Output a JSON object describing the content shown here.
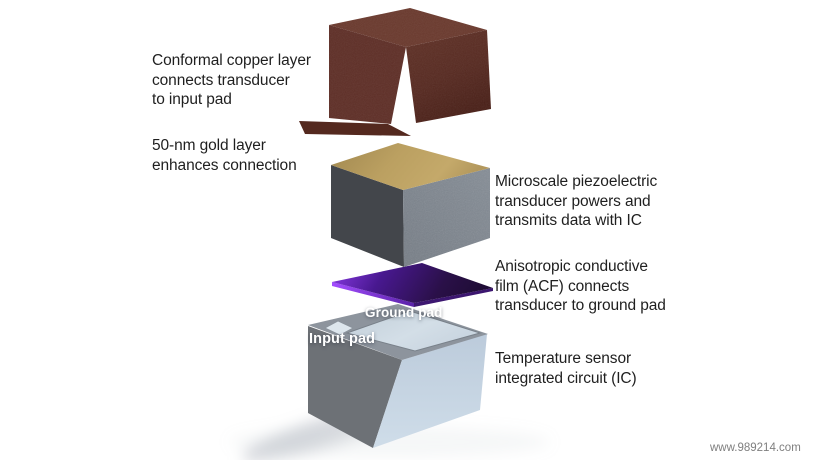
{
  "annotations": {
    "copper_layer": {
      "text": "Conformal copper layer\nconnects transducer\nto input pad"
    },
    "gold_layer": {
      "text": "50-nm gold layer\nenhances connection"
    },
    "transducer": {
      "text": "Microscale piezoelectric\ntransducer powers and\ntransmits data with IC"
    },
    "acf_film": {
      "text": "Anisotropic conductive\nfilm (ACF) connects\ntransducer to ground pad"
    },
    "ic_chip": {
      "text": "Temperature sensor\nintegrated circuit (IC)"
    }
  },
  "component_labels": {
    "ground_pad": "Ground pad",
    "input_pad": "Input pad"
  },
  "watermark": "www.989214.com",
  "colors": {
    "background": "#ffffff",
    "annotation_text": "#1f1f1f",
    "watermark_text": "#7f7f7f",
    "pad_label_text": "#ffffff",
    "copper_top": "#6b3a2e",
    "copper_left": "#5f2f27",
    "copper_right": "#5c2d24",
    "copper_foot": "#54291f",
    "gold_top": "#b2965c",
    "transducer_left": "#43464b",
    "transducer_right": "#7d848d",
    "acf_bright": "#8b3be8",
    "acf_dark": "#1f0c36",
    "ic_top": "#8d949d",
    "ic_left": "#6d7176",
    "ic_front": "#c3d2e0",
    "ground_pad_fill": "#ccd8e3",
    "input_pad_fill": "#dde6ed"
  }
}
